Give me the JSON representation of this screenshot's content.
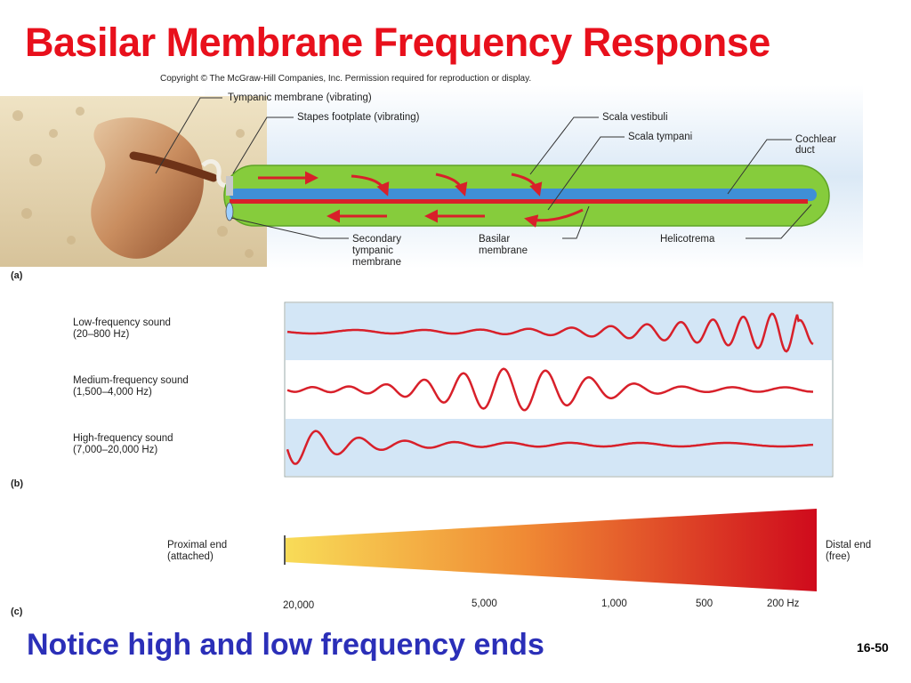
{
  "title": "Basilar Membrane Frequency Response",
  "copyright": "Copyright © The McGraw-Hill Companies, Inc. Permission required for reproduction or display.",
  "panel_a": {
    "label": "(a)",
    "tympanic_membrane": "Tympanic membrane (vibrating)",
    "stapes_footplate": "Stapes footplate (vibrating)",
    "scala_vestibuli": "Scala vestibuli",
    "scala_tympani": "Scala tympani",
    "cochlear_duct": [
      "Cochlear",
      "duct"
    ],
    "secondary_tympanic_membrane": [
      "Secondary",
      "tympanic",
      "membrane"
    ],
    "basilar_membrane": [
      "Basilar",
      "membrane"
    ],
    "helicotrema": "Helicotrema"
  },
  "panel_b": {
    "label": "(b)",
    "rows": [
      {
        "name": [
          "Low-frequency sound",
          "(20–800 Hz)"
        ]
      },
      {
        "name": [
          "Medium-frequency sound",
          "(1,500–4,000 Hz)"
        ]
      },
      {
        "name": [
          "High-frequency sound",
          "(7,000–20,000 Hz)"
        ]
      }
    ]
  },
  "panel_c": {
    "label": "(c)",
    "proximal": [
      "Proximal end",
      "(attached)"
    ],
    "distal": [
      "Distal end",
      "(free)"
    ],
    "ticks": [
      "20,000",
      "5,000",
      "1,000",
      "500",
      "200 Hz"
    ]
  },
  "colors": {
    "title": "#e8101c",
    "note": "#2b2fb8",
    "fluid_green": "#86cc3c",
    "duct_blue": "#3f8fd6",
    "membrane_red": "#d8202a",
    "panel_bg": "#d3e6f6"
  },
  "note": "Notice high and low frequency ends",
  "slide_number": "16-50"
}
